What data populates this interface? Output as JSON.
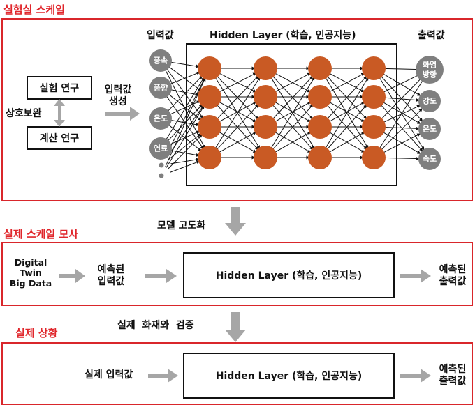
{
  "sections": {
    "lab": {
      "title": "실험실 스케일"
    },
    "real_sim": {
      "title": "실제 스케일 모사"
    },
    "real": {
      "title": "실제 상황"
    }
  },
  "lab": {
    "experiment_box": "실험 연구",
    "compute_box": "계산 연구",
    "complement_label": "상호보완",
    "generate_label_line1": "입력값",
    "generate_label_line2": "생성",
    "input_header": "입력값",
    "hidden_header": "Hidden Layer (학습, 인공지능)",
    "output_header": "출력값",
    "inputs": [
      "풍속",
      "풍향",
      "온도",
      "연료"
    ],
    "outputs": [
      [
        "화염",
        "방향"
      ],
      [
        "강도"
      ],
      [
        "온도"
      ],
      [
        "속도"
      ]
    ]
  },
  "transition1": "모델 고도화",
  "real_sim": {
    "source_line1": "Digital",
    "source_line2": "Twin",
    "source_line3": "Big Data",
    "predicted_input_line1": "예측된",
    "predicted_input_line2": "입력값",
    "hidden_box": "Hidden Layer (학습, 인공지능)",
    "predicted_output_line1": "예측된",
    "predicted_output_line2": "출력값"
  },
  "transition2": "실제  화재와  검증",
  "real": {
    "input_label": "실제 입력값",
    "hidden_box": "Hidden Layer (학습, 인공지능)",
    "predicted_output_line1": "예측된",
    "predicted_output_line2": "출력값"
  },
  "colors": {
    "accent_red": "#d9262b",
    "neuron": "#c95a24",
    "io_node": "#7f7f7f",
    "arrow_gray": "#a6a6a6"
  }
}
